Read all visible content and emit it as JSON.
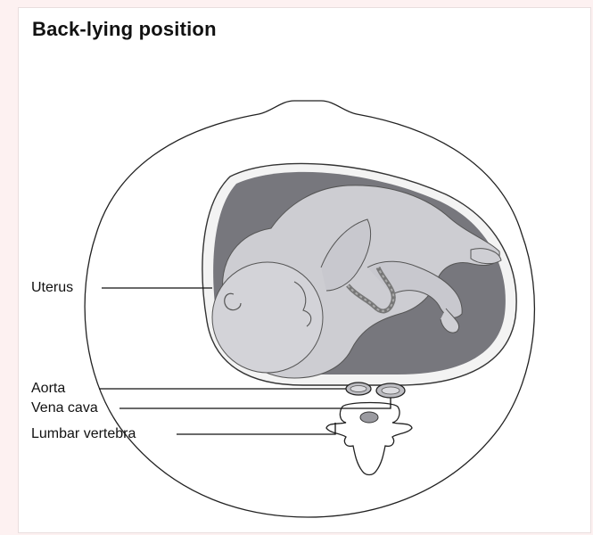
{
  "title": "Back-lying position",
  "labels": {
    "uterus": "Uterus",
    "aorta": "Aorta",
    "vena_cava": "Vena cava",
    "lumbar_vertebra": "Lumbar vertebra"
  },
  "colors": {
    "page_background": "#fdf1f1",
    "panel": "#ffffff",
    "fetus_fill": "#cfcfd3",
    "uterus_cavity": "#7a7a80",
    "line": "#222222"
  }
}
